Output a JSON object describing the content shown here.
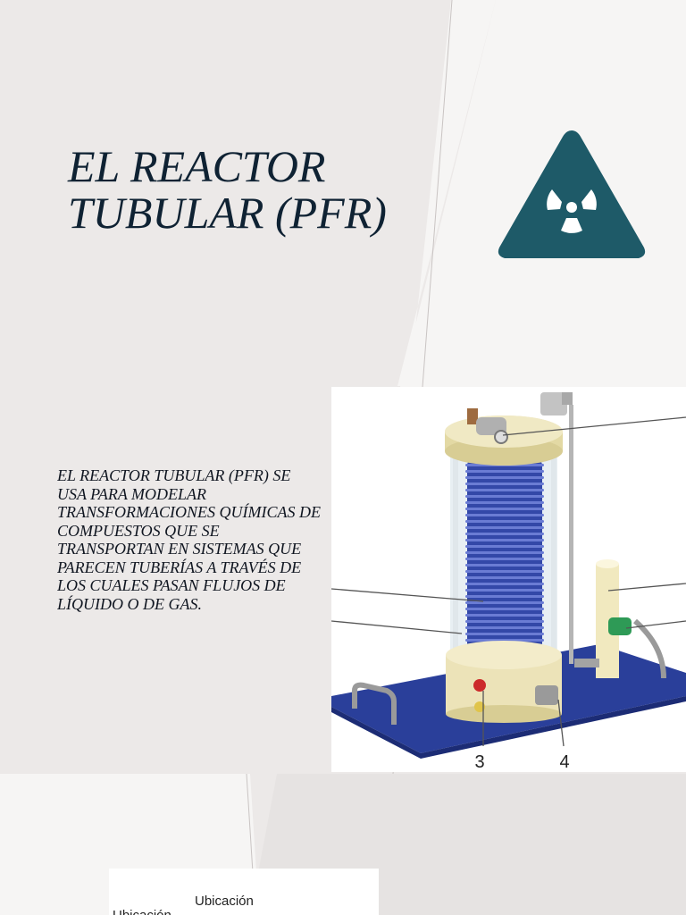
{
  "title": {
    "line1": "EL REACTOR",
    "line2": "TUBULAR (PFR)"
  },
  "body": {
    "lines": [
      "EL REACTOR TUBULAR (PFR) SE",
      "USA PARA MODELAR",
      "TRANSFORMACIONES QUÍMICAS DE",
      "COMPUESTOS QUE SE",
      "TRANSPORTAN EN SISTEMAS QUE",
      "PARECEN TUBERÍAS A TRAVÉS DE",
      "LOS CUALES PASAN FLUJOS DE",
      "LÍQUIDO O DE GAS."
    ]
  },
  "icon": {
    "name": "radiation-warning-icon",
    "color": "#1e5a68"
  },
  "diagram": {
    "callouts": [
      "3",
      "4"
    ]
  },
  "bottom_image": {
    "label_a": "Ubicación",
    "label_b": "Ubicación"
  },
  "colors": {
    "background": "#ece9e8",
    "background_light": "#f6f5f4",
    "accent": "#1e5a68",
    "coil": "#3348a8",
    "base_plate": "#2a3f9a"
  }
}
